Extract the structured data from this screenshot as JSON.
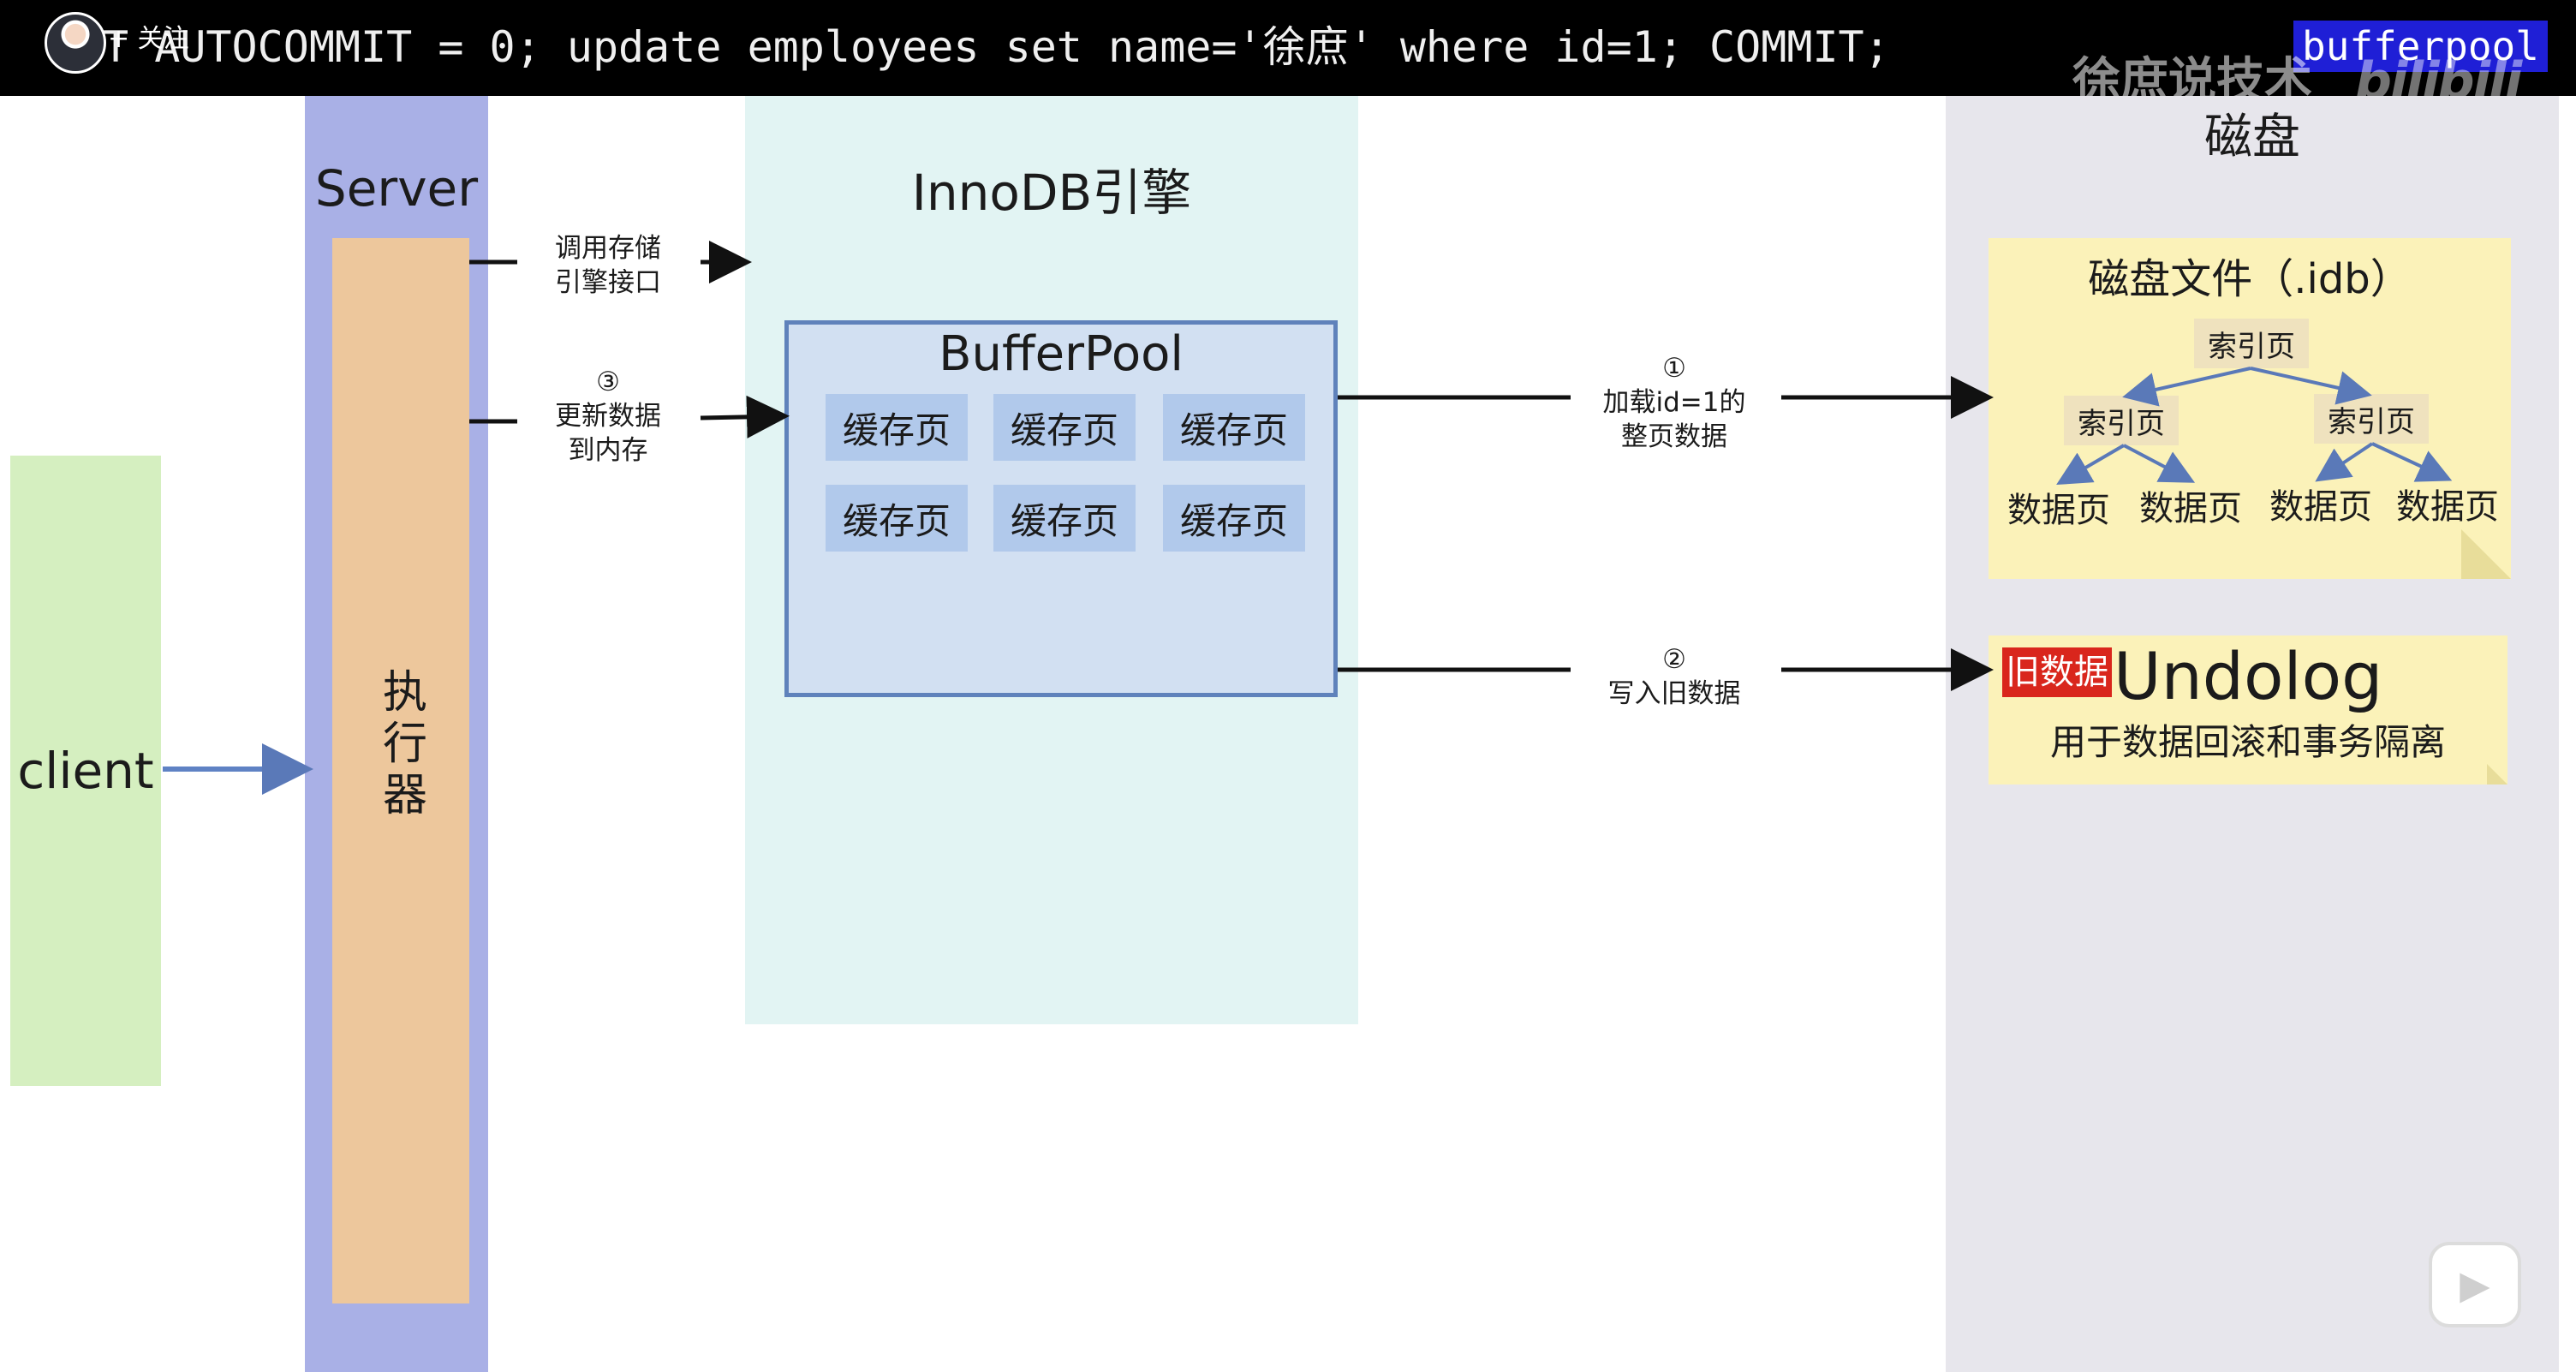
{
  "topbar": {
    "code": "T AUTOCOMMIT = 0;  update employees set name='徐庶' where id=1;  COMMIT;",
    "follow_label": "+ 关注",
    "highlight_word": "bufferpool",
    "watermark": "徐庶说技术",
    "brand": "bilibili"
  },
  "diagram": {
    "client": "client",
    "server": "Server",
    "executor": "执行器",
    "innodb": "InnoDB引擎",
    "bufferpool": "BufferPool",
    "cache_pages": [
      "缓存页",
      "缓存页",
      "缓存页",
      "缓存页",
      "缓存页",
      "缓存页"
    ],
    "call_engine": [
      "调用存储",
      "引擎接口"
    ],
    "step3": [
      "③",
      "更新数据",
      "到内存"
    ],
    "step1": [
      "①",
      "加载id=1的",
      "整页数据"
    ],
    "step2": [
      "②",
      "写入旧数据"
    ],
    "disk": "磁盘",
    "disk_file": "磁盘文件（.idb）",
    "index_page": "索引页",
    "data_page": "数据页",
    "old_data_tag": "旧数据",
    "undolog": "Undolog",
    "undolog_desc": "用于数据回滚和事务隔离"
  },
  "colors": {
    "server": "#a9b0e6",
    "executor": "#edc79c",
    "client": "#d5efc0",
    "innodb": "#e2f4f3",
    "bufferpool": "#d2e0f2",
    "cache_page": "#b1c9eb",
    "disk": "#e7e6ec",
    "note": "#fbf2b9",
    "tag": "#d9261c"
  },
  "icons": {
    "play": "play-icon",
    "avatar": "avatar"
  }
}
